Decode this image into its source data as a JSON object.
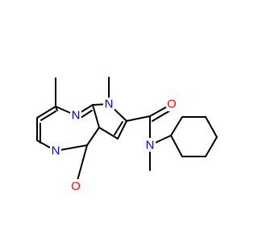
{
  "molecule": {
    "atoms": {
      "n_pyridine": {
        "symbol": "N"
      },
      "n_pyrimidine": {
        "symbol": "N"
      },
      "n_pyrrole": {
        "symbol": "N"
      },
      "n_amide": {
        "symbol": "N"
      },
      "o_ketone": {
        "symbol": "O"
      },
      "o_amide": {
        "symbol": "O"
      }
    },
    "colors": {
      "nitrogen": "#0000ff",
      "oxygen": "#ff0000",
      "bond": "#000000",
      "background": "#ffffff"
    }
  }
}
